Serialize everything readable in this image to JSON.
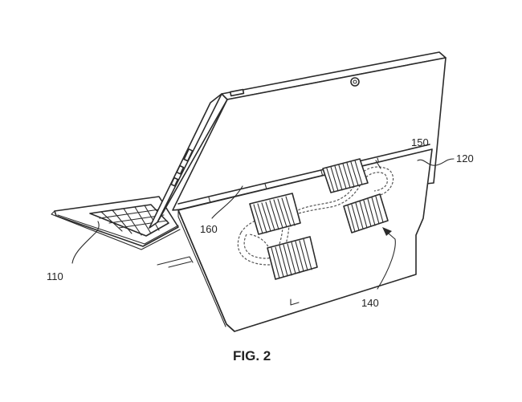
{
  "figure": {
    "caption": "FIG. 2",
    "labels": {
      "keyboard": "110",
      "kickstand": "120",
      "vent_region": "140",
      "heat_pipe": "150",
      "hinge": "160"
    }
  }
}
